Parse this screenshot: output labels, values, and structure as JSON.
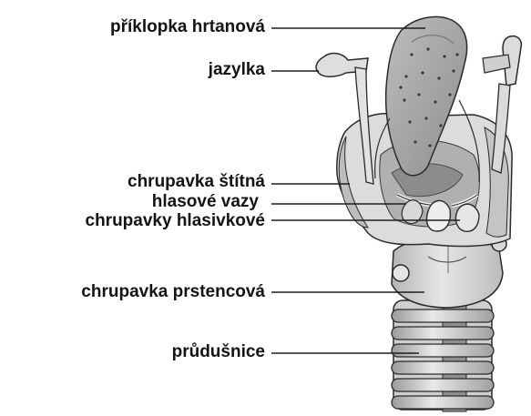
{
  "labels": [
    {
      "id": "epiglottis",
      "text": "příklopka hrtanová"
    },
    {
      "id": "hyoid",
      "text": "jazylka"
    },
    {
      "id": "thyroid-cartilage",
      "text": "chrupavka štítná"
    },
    {
      "id": "vocal-cords",
      "text": "hlasové vazy"
    },
    {
      "id": "arytenoid-cartilages",
      "text": "chrupavky hlasivkové"
    },
    {
      "id": "cricoid-cartilage",
      "text": "chrupavka prstencová"
    },
    {
      "id": "trachea",
      "text": "průdušnice"
    }
  ],
  "colors": {
    "text": "#141414",
    "leader_line": "#1e1e1e",
    "outline": "#2a2a2a",
    "cartilage_light": "#e3e3e3",
    "cartilage_mid": "#c9c9c9",
    "cartilage_dark": "#a7a7a7",
    "epiglottis_fill": "#9d9d9d",
    "background": "#ffffff"
  }
}
